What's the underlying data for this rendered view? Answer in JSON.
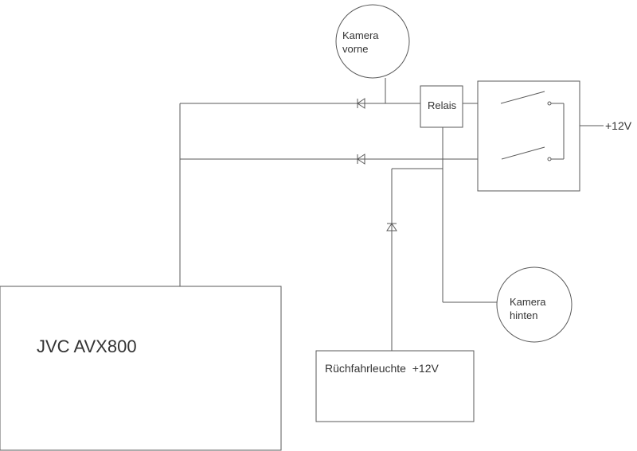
{
  "labels": {
    "camera_front_line1": "Kamera",
    "camera_front_line2": "vorne",
    "relay": "Relais",
    "supply": "+12V",
    "camera_rear_line1": "Kamera",
    "camera_rear_line2": "hinten",
    "head_unit": "JVC AVX800",
    "reverse_light": "Rüchfahrleuchte  +12V"
  },
  "colors": {
    "line": "#5a5a5a",
    "text": "#333333",
    "background": "#ffffff"
  }
}
